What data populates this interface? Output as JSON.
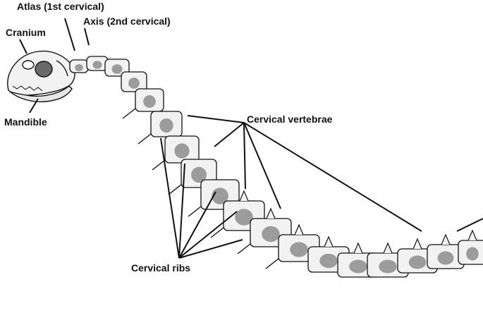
{
  "labels": {
    "atlas": "Atlas (1st cervical)",
    "axis": "Axis (2nd cervical)",
    "cranium": "Cranium",
    "mandible": "Mandible",
    "cervical_vertebrae": "Cervical vertebrae",
    "cervical_ribs": "Cervical ribs"
  },
  "colors": {
    "line": "#111111",
    "bone_fill": "#f2f2f2",
    "shade": "#555555"
  }
}
